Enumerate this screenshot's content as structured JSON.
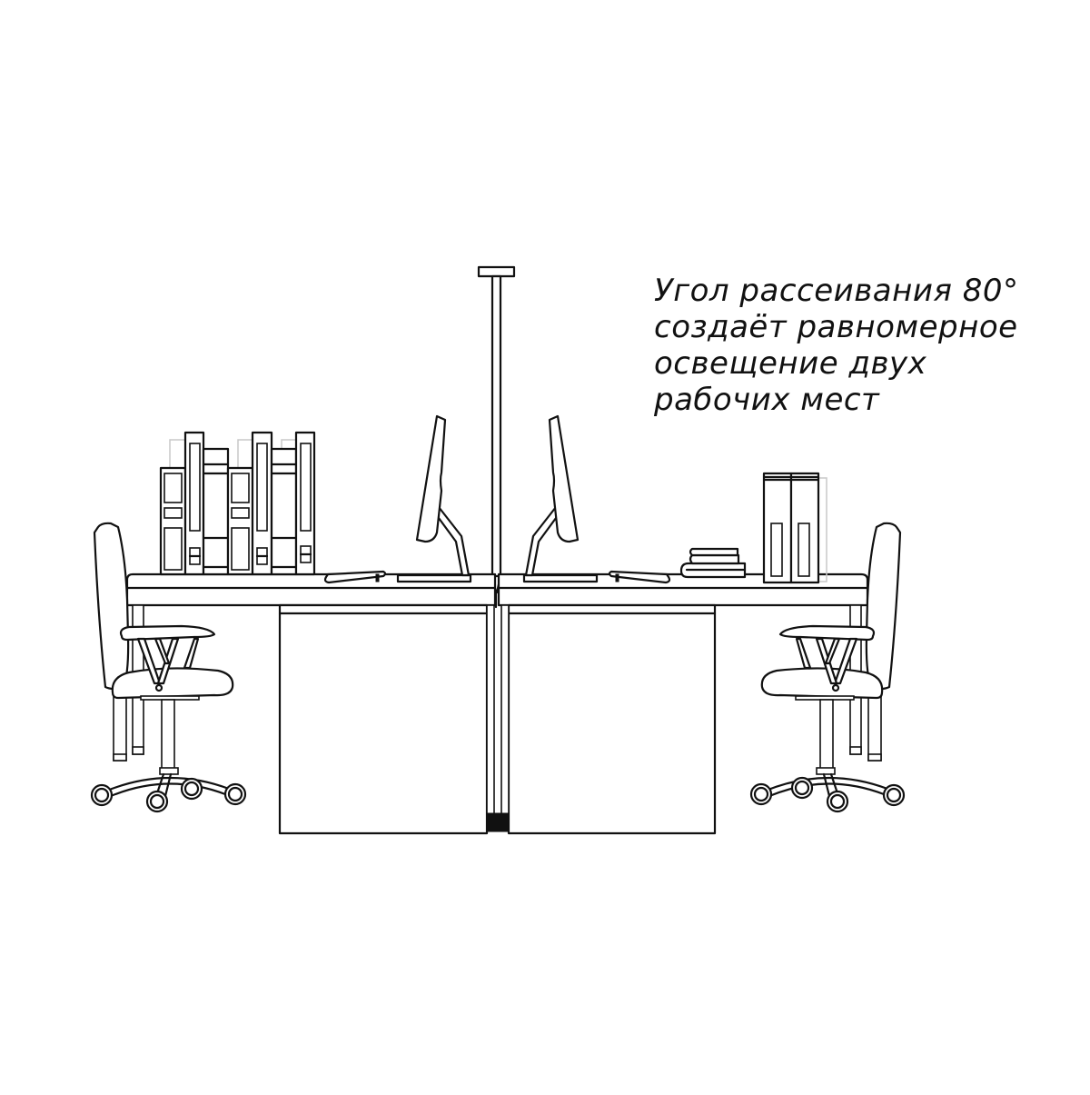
{
  "caption": {
    "lines": [
      "Угол рассеивания 80°",
      "создаёт равномерное",
      "освещение двух",
      "рабочих мест"
    ]
  },
  "illustration": {
    "subject": "two facing office workstations lit by a single pendant/floor lamp",
    "elements": [
      "lamp",
      "left-desk",
      "right-desk",
      "left-monitor",
      "right-monitor",
      "left-keyboard",
      "right-keyboard",
      "left-binders",
      "right-binders",
      "book-stack",
      "left-chair",
      "right-chair"
    ],
    "colors": {
      "line": "#111111",
      "fill": "#ffffff",
      "ghost": "#c8c8c8"
    }
  }
}
